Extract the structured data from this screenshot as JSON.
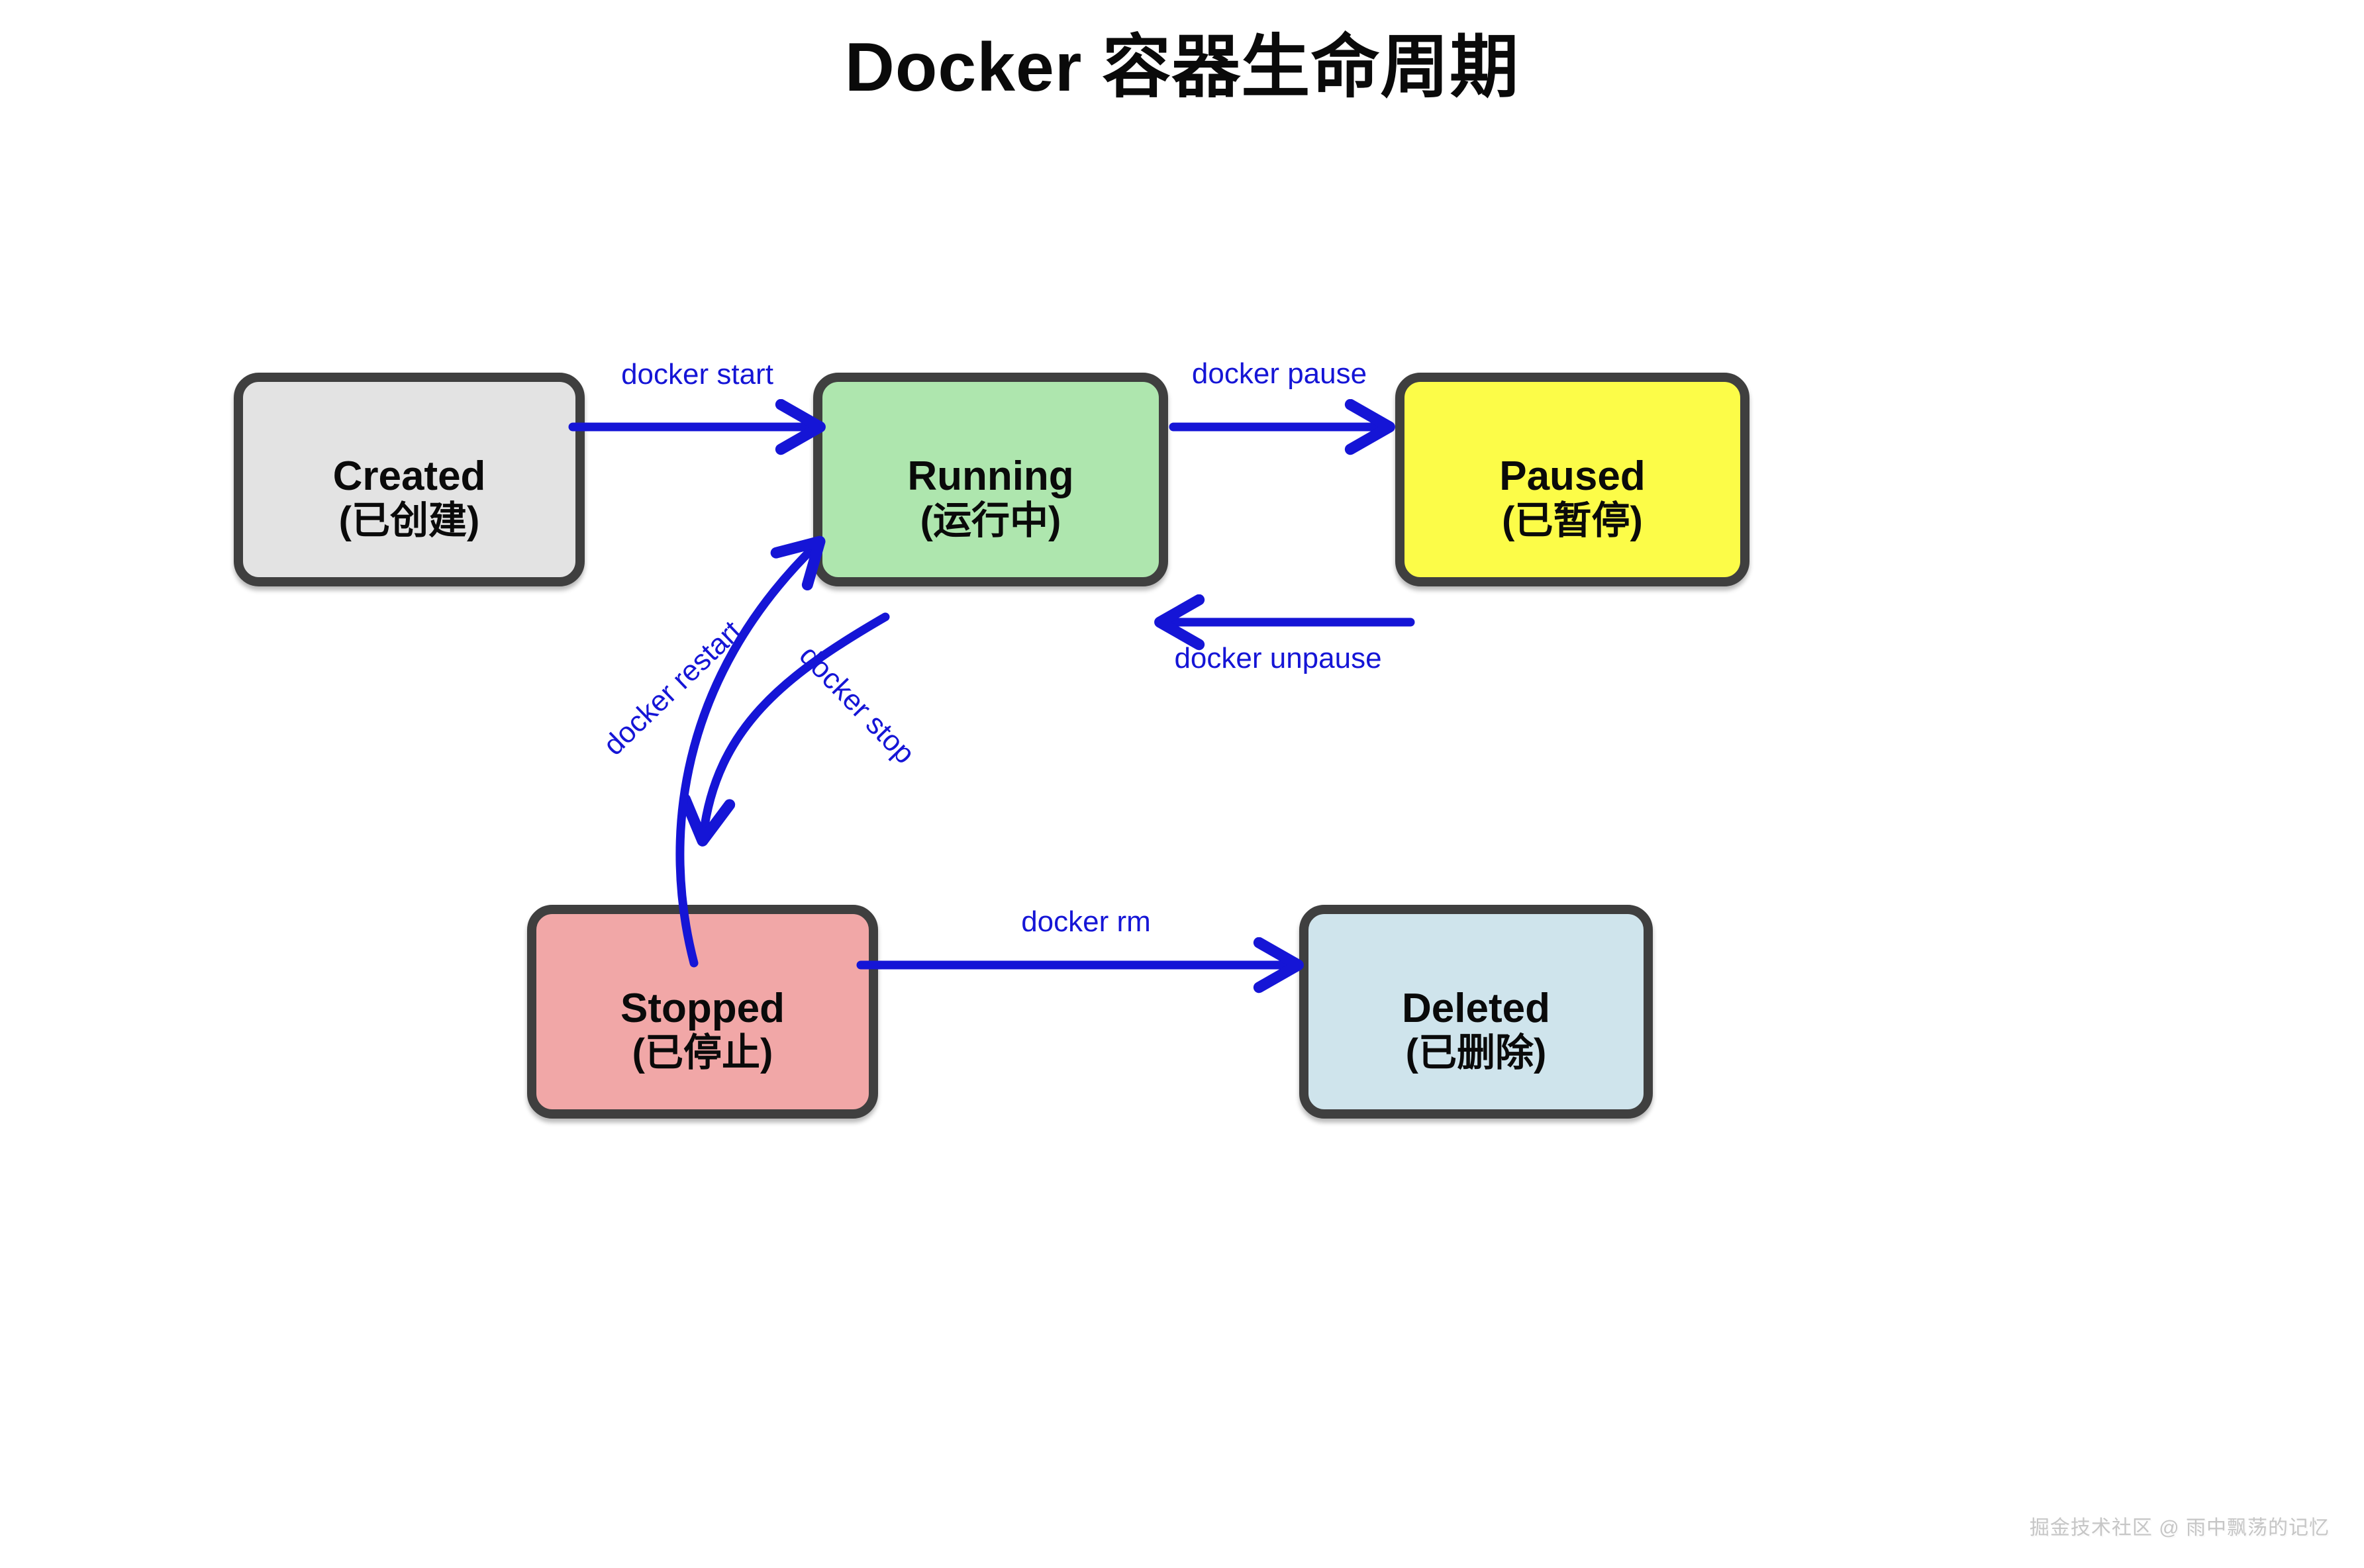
{
  "title": "Docker 容器生命周期",
  "nodes": {
    "created": {
      "label": "Created",
      "sublabel": "(已创建)",
      "fill": "#e3e3e3"
    },
    "running": {
      "label": "Running",
      "sublabel": "(运行中)",
      "fill": "#aee6ae"
    },
    "paused": {
      "label": "Paused",
      "sublabel": "(已暂停)",
      "fill": "#fcfc48"
    },
    "stopped": {
      "label": "Stopped",
      "sublabel": "(已停止)",
      "fill": "#f1a7a7"
    },
    "deleted": {
      "label": "Deleted",
      "sublabel": "(已删除)",
      "fill": "#cfe4ec"
    }
  },
  "edges": {
    "start": {
      "label": "docker start",
      "from": "created",
      "to": "running"
    },
    "pause": {
      "label": "docker pause",
      "from": "running",
      "to": "paused"
    },
    "unpause": {
      "label": "docker unpause",
      "from": "paused",
      "to": "running"
    },
    "stop": {
      "label": "docker stop",
      "from": "running",
      "to": "stopped"
    },
    "restart": {
      "label": "docker restart",
      "from": "stopped",
      "to": "running"
    },
    "rm": {
      "label": "docker rm",
      "from": "stopped",
      "to": "deleted"
    }
  },
  "colors": {
    "arrow": "#1515d6",
    "node_border": "#3f3f3f",
    "watermark": "#c6c6c6"
  },
  "watermark": "掘金技术社区 @ 雨中飘荡的记忆"
}
